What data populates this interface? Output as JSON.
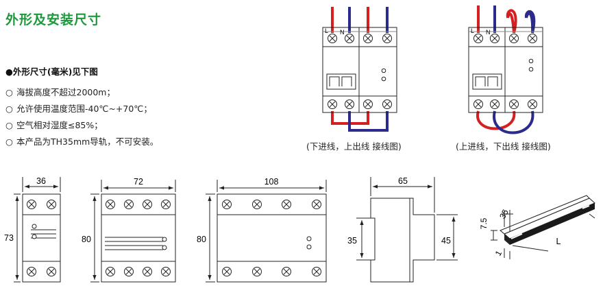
{
  "title": "外形及安装尺寸",
  "subhead": "●外形尺寸(毫米)见下图",
  "specs": [
    {
      "mark": "○",
      "text": "海拔高度不超过2000m；"
    },
    {
      "mark": "○",
      "text": "允许使用温度范围-40℃~+70℃；"
    },
    {
      "mark": "○",
      "text": "空气相对湿度≤85%；"
    },
    {
      "mark": "○",
      "text": "本产品为TH35mm导轨，不可安装。"
    }
  ],
  "wiring": {
    "left_caption": "(下进线，上出线 接线图)",
    "right_caption": "(上进线，下出线 接线图)",
    "terminal_l": "L",
    "terminal_n": "N",
    "colors": {
      "red": "#d42020",
      "blue": "#2c2a8a"
    }
  },
  "dimensions": {
    "w36": "36",
    "h73": "73",
    "w72": "72",
    "h80a": "80",
    "w108": "108",
    "h80b": "80",
    "w65": "65",
    "h35": "35",
    "h45": "45",
    "rail_h": "7.5",
    "rail_w": "35",
    "rail_t": "1",
    "rail_len": "L"
  }
}
